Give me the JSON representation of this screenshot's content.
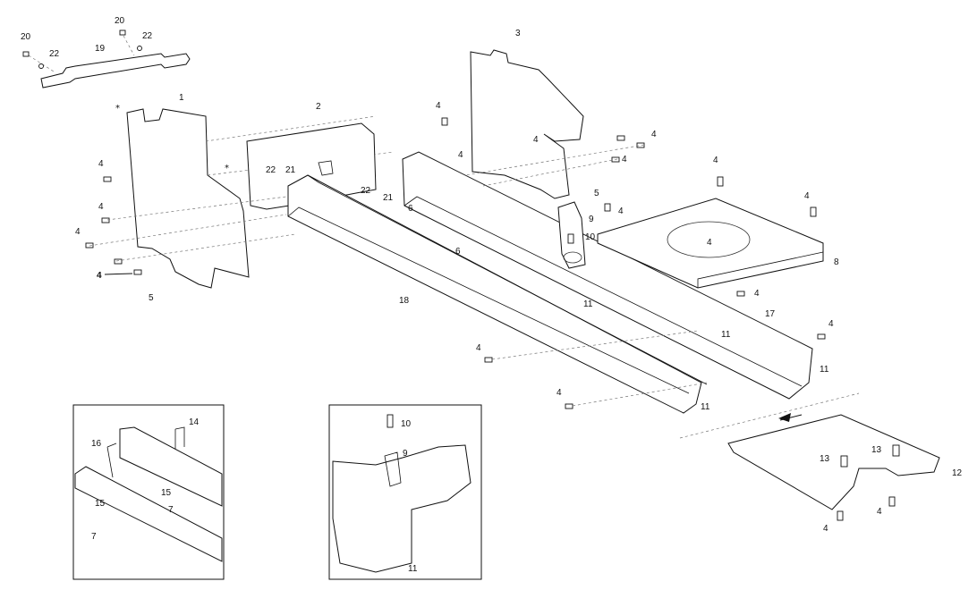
{
  "callouts": {
    "c20a": "20",
    "c20b": "20",
    "c22a": "22",
    "c19": "19",
    "c22b": "22",
    "c1": "1",
    "star1": "*",
    "c4a": "4",
    "c4b": "4",
    "c4c": "4",
    "c4d": "4",
    "c5a": "5",
    "c2": "2",
    "star2": "*",
    "c22c": "22",
    "c21a": "21",
    "c22d": "22",
    "c21b": "21",
    "c3": "3",
    "c4e": "4",
    "c4f": "4",
    "c4g": "4",
    "c4h": "4",
    "c4i": "4",
    "c5b": "5",
    "c9": "9",
    "c10": "10",
    "c4j": "4",
    "c6a": "6",
    "c6b": "6",
    "c4k": "4",
    "c4l": "4",
    "c4m": "4",
    "c8": "8",
    "c4n": "4",
    "c18": "18",
    "c11a": "11",
    "c17": "17",
    "c11b": "11",
    "c4o": "4",
    "c11c": "11",
    "c4p": "4",
    "c4q": "4",
    "c11d": "11",
    "c14": "14",
    "c16": "16",
    "c15a": "15",
    "c7a": "7",
    "c15b": "15",
    "c7b": "7",
    "c10b": "10",
    "c9b": "9",
    "c11e": "11",
    "c13a": "13",
    "c13b": "13",
    "c12": "12",
    "c4r": "4",
    "c4s": "4"
  }
}
